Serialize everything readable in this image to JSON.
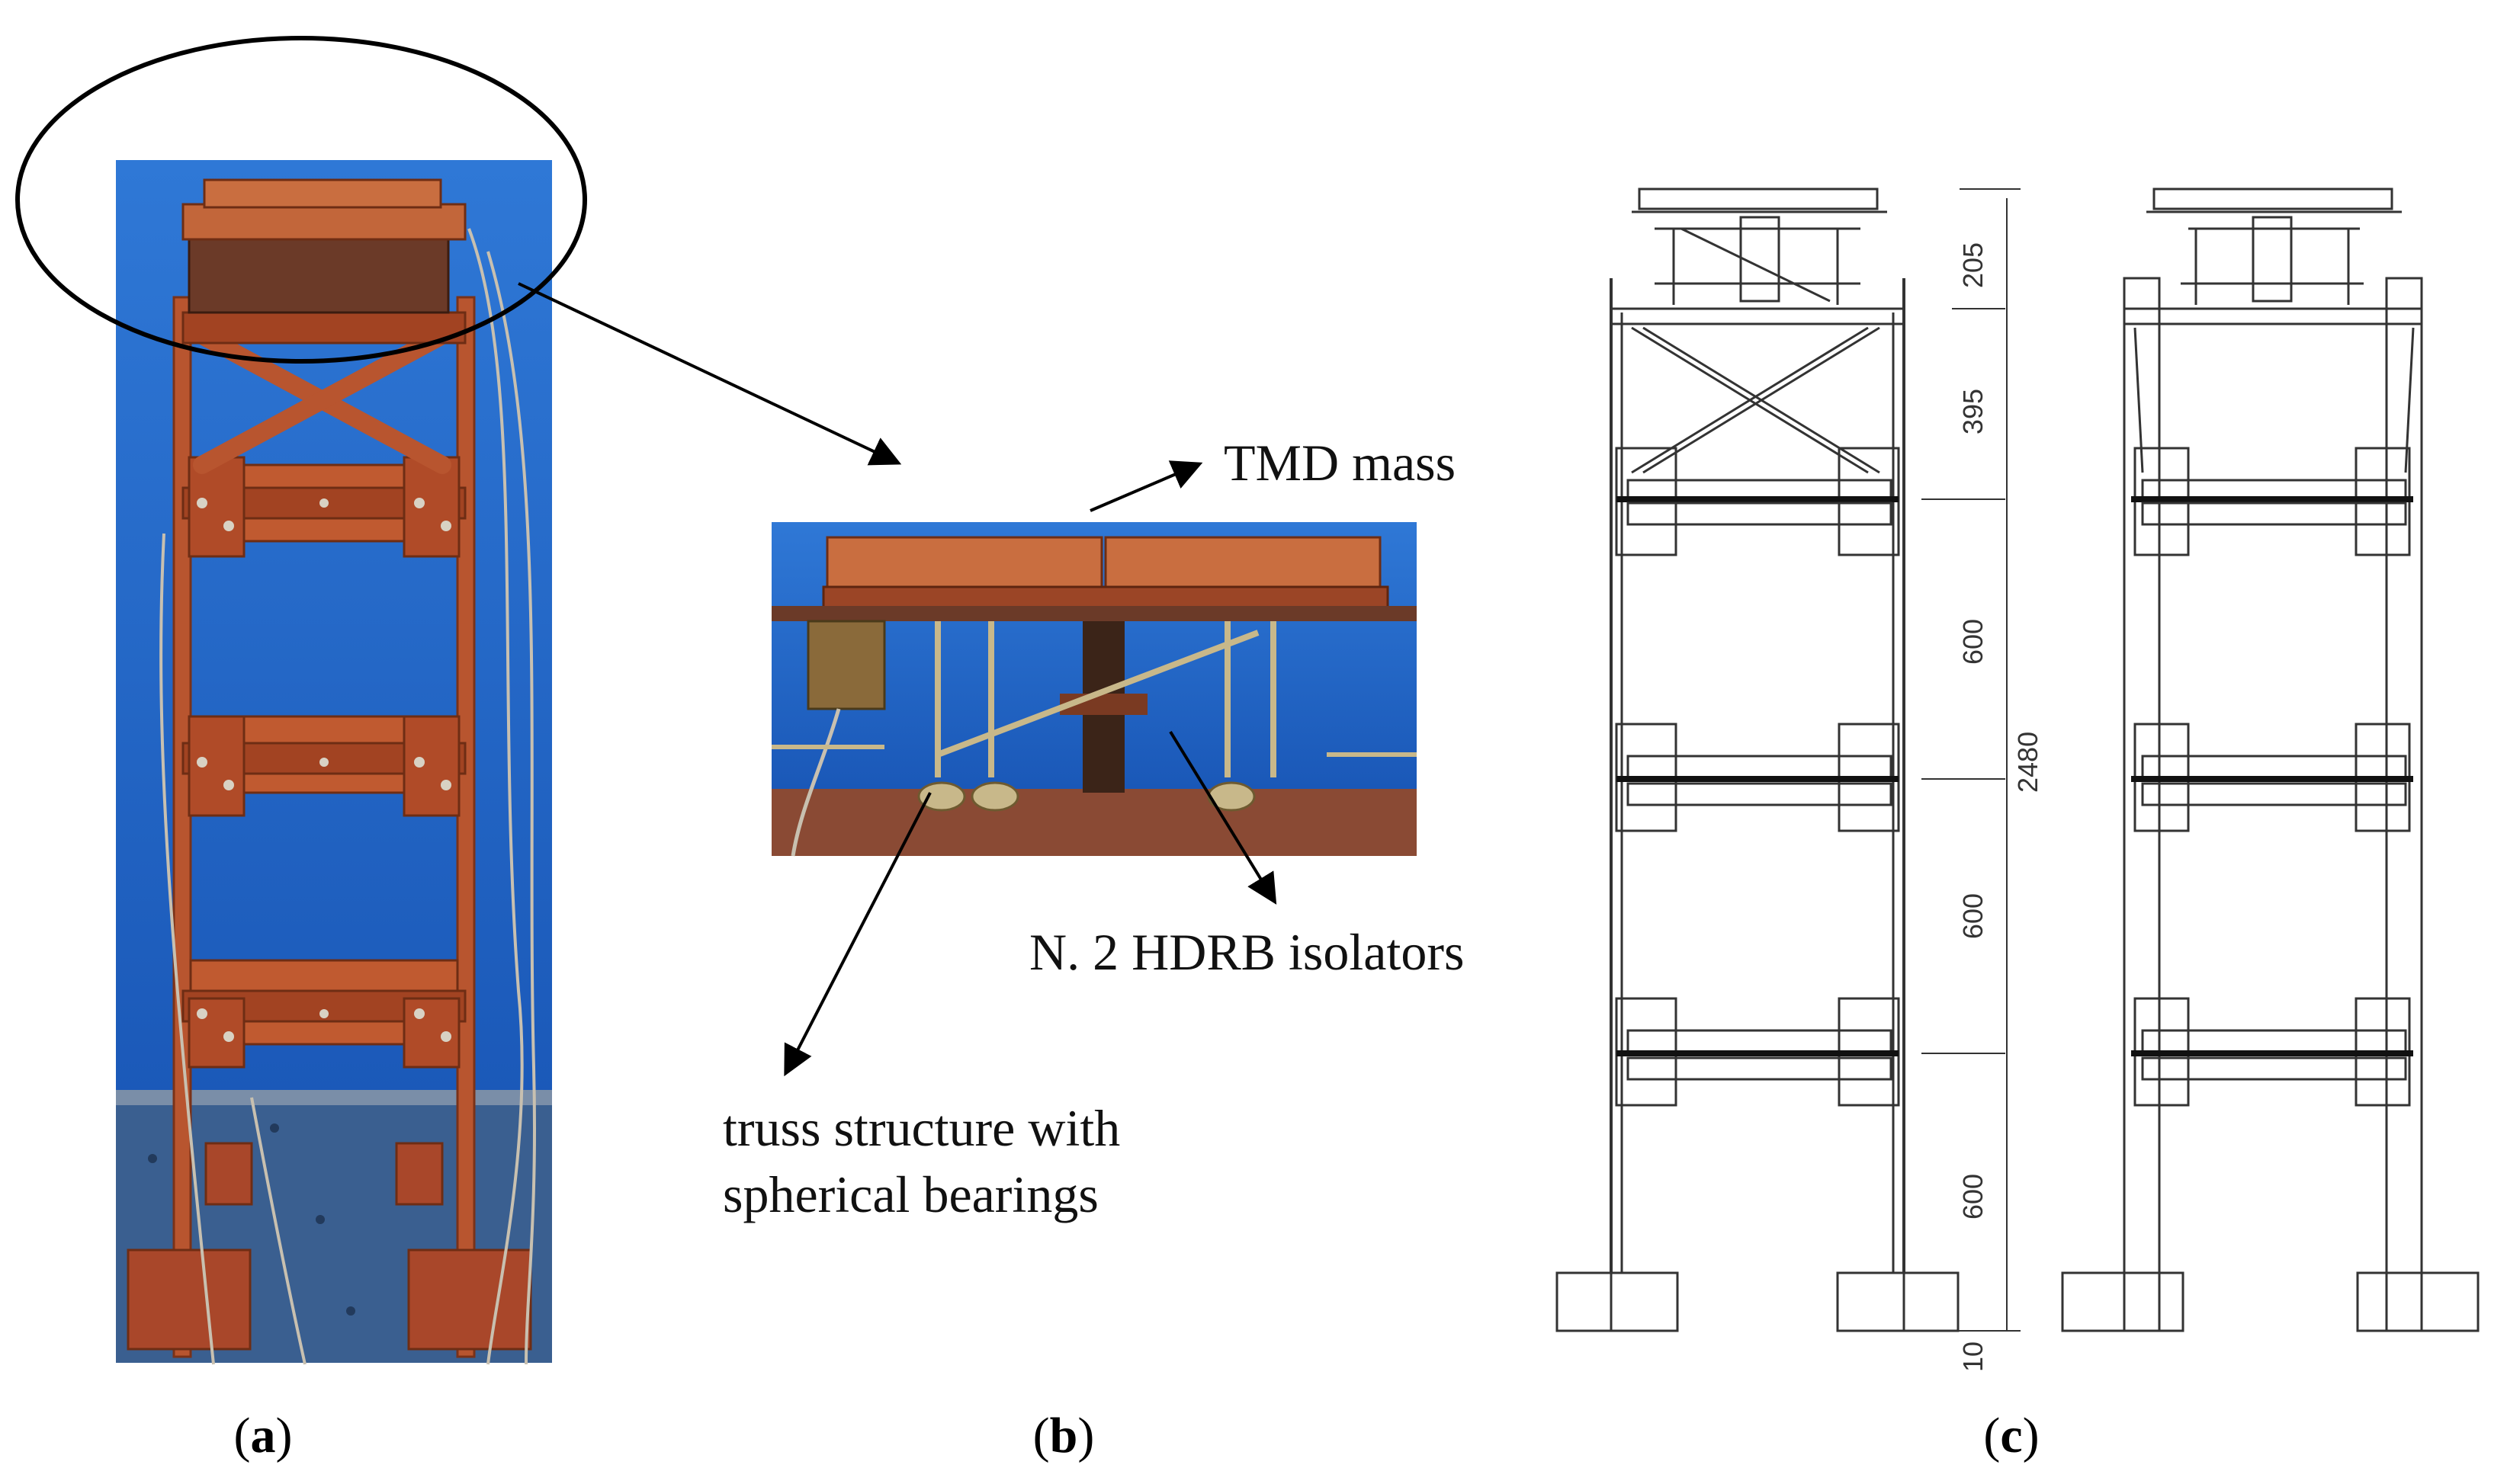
{
  "panels": {
    "a": {
      "caption_open": "(",
      "caption_letter": "a",
      "caption_close": ")"
    },
    "b": {
      "caption_open": "(",
      "caption_letter": "b",
      "caption_close": ")"
    },
    "c": {
      "caption_open": "(",
      "caption_letter": "c",
      "caption_close": ")"
    }
  },
  "annotations": {
    "tmd_mass": "TMD mass",
    "isolators": "N. 2 HDRB isolators",
    "truss_line1": "truss structure with",
    "truss_line2": "spherical bearings"
  },
  "dimensions": {
    "d205": "205",
    "d395": "395",
    "d600a": "600",
    "d600b": "600",
    "d600c": "600",
    "d2480": "2480",
    "d10": "10"
  },
  "colors": {
    "photo_background": "#1e63c8",
    "frame_orange": "#b8552f",
    "drawing_line": "#333333"
  }
}
